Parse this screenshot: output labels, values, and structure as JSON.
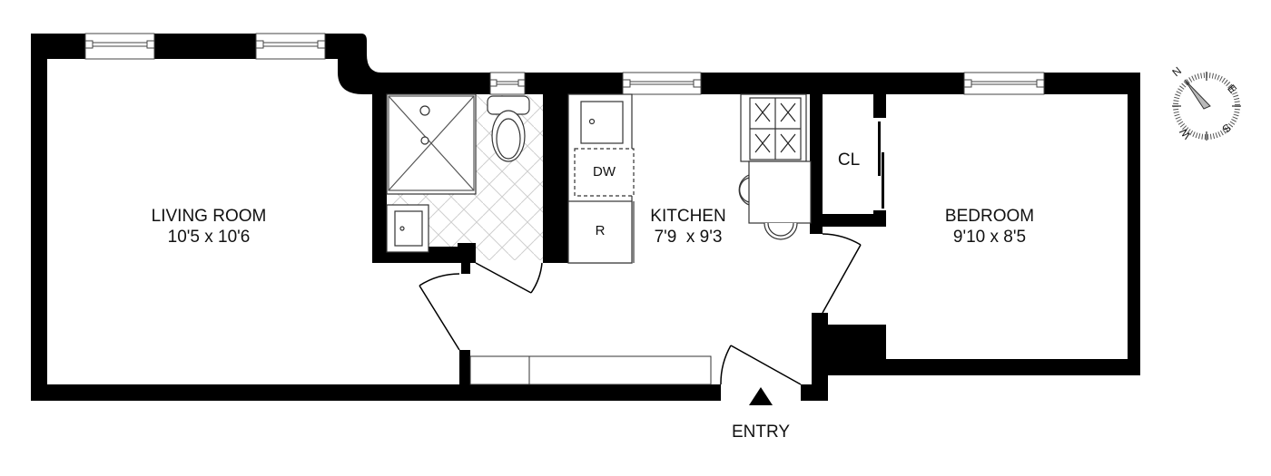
{
  "rooms": {
    "living": {
      "name": "LIVING ROOM",
      "dims": "10'5 x 10'6"
    },
    "kitchen": {
      "name": "KITCHEN",
      "dims": "7'9  x 9'3"
    },
    "bedroom": {
      "name": "BEDROOM",
      "dims": "9'10 x 8'5"
    }
  },
  "fixtures": {
    "dishwasher": "DW",
    "refrigerator": "R",
    "closet": "CL"
  },
  "entry": {
    "label": "ENTRY"
  },
  "compass": {
    "north": "N",
    "east": "E",
    "south": "S",
    "west": "W"
  },
  "colors": {
    "wall": "#000000",
    "tile": "#cfcfcf",
    "background": "#ffffff",
    "compass_needle": "#b9b9b9"
  }
}
